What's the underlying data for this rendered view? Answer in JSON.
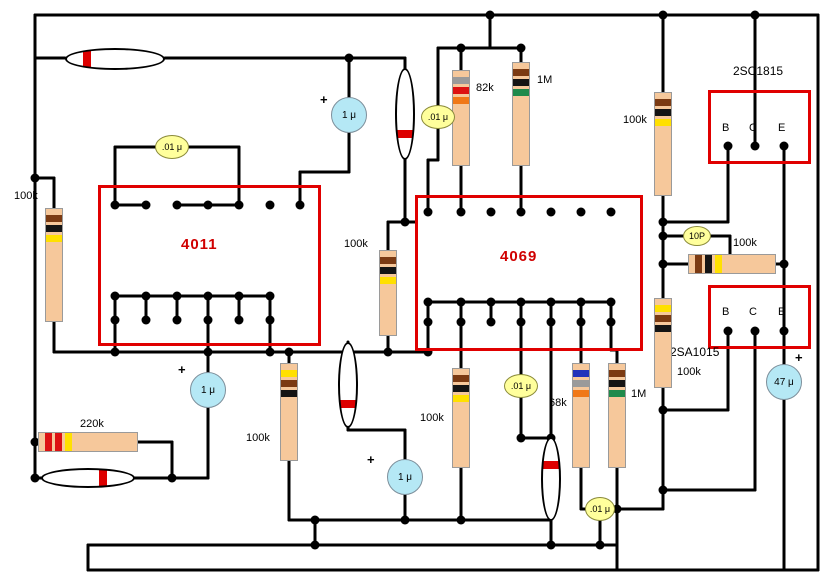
{
  "ics": {
    "ic4011": {
      "label": "4011"
    },
    "ic4069": {
      "label": "4069"
    }
  },
  "transistors": {
    "q1": {
      "label": "2SC1815",
      "pins": [
        "B",
        "C",
        "E"
      ]
    },
    "q2": {
      "label": "2SA1015",
      "pins": [
        "B",
        "C",
        "E"
      ]
    }
  },
  "resistors": {
    "r1": {
      "value": "100k",
      "bands": [
        "#7B3A12",
        "#141414",
        "#FFE000"
      ]
    },
    "r2": {
      "value": "100k",
      "bands": [
        "#7B3A12",
        "#141414",
        "#FFE000"
      ]
    },
    "r3": {
      "value": "82k",
      "bands": [
        "#9A9A9A",
        "#DD1111",
        "#F07818"
      ]
    },
    "r4": {
      "value": "1M",
      "bands": [
        "#7B3A12",
        "#141414",
        "#1F8A4C"
      ]
    },
    "r5": {
      "value": "100k",
      "bands": [
        "#7B3A12",
        "#141414",
        "#FFE000"
      ]
    },
    "r6": {
      "value": "100k",
      "bands": [
        "#7B3A12",
        "#141414",
        "#FFE000"
      ]
    },
    "r7": {
      "value": "100k",
      "bands": [
        "#FFE000",
        "#7B3A12",
        "#141414"
      ]
    },
    "r8": {
      "value": "100k",
      "bands": [
        "#FFE000",
        "#7B3A12",
        "#141414"
      ]
    },
    "r9": {
      "value": "100k",
      "bands": [
        "#7B3A12",
        "#141414",
        "#FFE000"
      ]
    },
    "r10": {
      "value": "68k",
      "bands": [
        "#2233BB",
        "#9A9A9A",
        "#F07818"
      ]
    },
    "r11": {
      "value": "1M",
      "bands": [
        "#7B3A12",
        "#141414",
        "#1F8A4C"
      ]
    },
    "r12": {
      "value": "220k",
      "bands": [
        "#DD1111",
        "#DD1111",
        "#FFE000"
      ]
    }
  },
  "capacitors": {
    "c1": {
      "value": "1 μ",
      "polarity": "+"
    },
    "c2": {
      "value": "1 μ",
      "polarity": "+"
    },
    "c3": {
      "value": "1 μ",
      "polarity": "+"
    },
    "c4": {
      "value": "47 μ",
      "polarity": "+"
    },
    "c5": {
      "value": ".01 μ"
    },
    "c6": {
      "value": ".01 μ"
    },
    "c7": {
      "value": ".01 μ"
    },
    "c8": {
      "value": ".01 μ"
    },
    "c9": {
      "value": "10P"
    }
  },
  "colors": {
    "wire": "#000000",
    "ic_outline": "#E00000",
    "resistor_body": "#F6C89B",
    "electrolytic_fill": "#B5E8F5",
    "film_fill": "#FFFF9C",
    "diode_stripe": "#DD0000"
  }
}
